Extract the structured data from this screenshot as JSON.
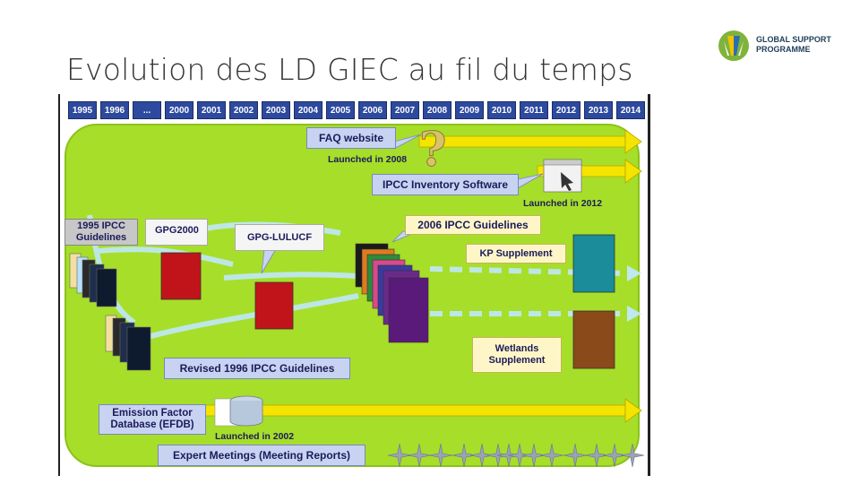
{
  "title": "Evolution des LD GIEC au fil du temps",
  "logo": {
    "line1": "GLOBAL SUPPORT",
    "line2": "PROGRAMME"
  },
  "years": [
    "1995",
    "1996",
    "...",
    "2000",
    "2001",
    "2002",
    "2003",
    "2004",
    "2005",
    "2006",
    "2007",
    "2008",
    "2009",
    "2010",
    "2011",
    "2012",
    "2013",
    "2014"
  ],
  "labels": {
    "faq": "FAQ website",
    "faq_launch": "Launched in 2008",
    "software": "IPCC Inventory Software",
    "software_launch": "Launched in 2012",
    "gl1995": "1995 IPCC Guidelines",
    "gpg2000": "GPG2000",
    "gpglulucf": "GPG-LULUCF",
    "gl2006": "2006 IPCC Guidelines",
    "kp": "KP Supplement",
    "wetlands": "Wetlands Supplement",
    "revised1996": "Revised 1996 IPCC Guidelines",
    "efdb": "Emission Factor Database (EFDB)",
    "efdb_launch": "Launched in 2002",
    "expert": "Expert Meetings (Meeting Reports)"
  },
  "colors": {
    "board": "#a7de2a",
    "yearbar": "#2e4a9e",
    "arrow_yellow": "#f4e400",
    "arrow_blue": "#bfe8f0",
    "star": "#9aa3b5"
  }
}
